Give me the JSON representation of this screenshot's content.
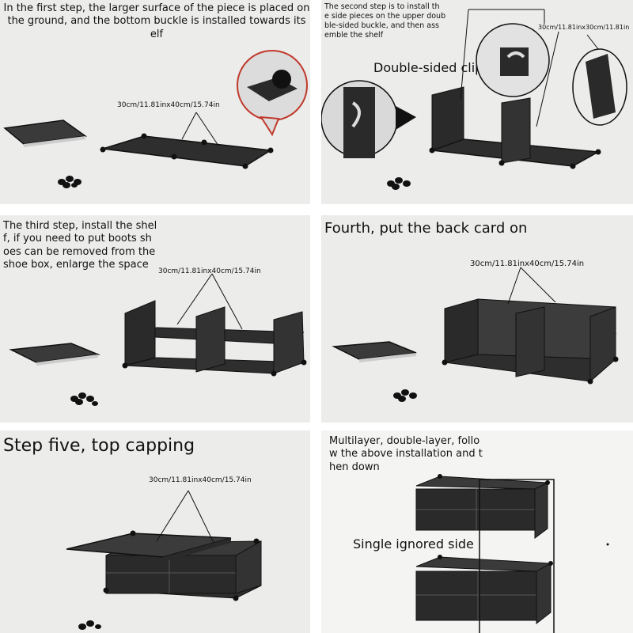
{
  "steps": [
    {
      "caption": "In the first step, the larger surface of the piece is placed on\nthe ground, and the bottom buckle is installed towards its\nelf",
      "dimension": "30cm/11.81inx40cm/15.74in"
    },
    {
      "caption": "The second step is to install th\ne side pieces on the upper doub\nble-sided buckle, and then ass\nemble the shelf",
      "dimension": "30cm/11.81inx30cm/11.81in",
      "callout": "Double-sided clip"
    },
    {
      "caption": "The third step, install the shel\nf, if you need to put boots sh\noes can be removed from the\nshoe box, enlarge the space",
      "dimension": "30cm/11.81inx40cm/15.74in"
    },
    {
      "caption": "Fourth, put the back card on",
      "dimension": "30cm/11.81inx40cm/15.74in"
    },
    {
      "caption": "Step five, top capping",
      "dimension": "30cm/11.81inx40cm/15.74in"
    },
    {
      "caption": "Multilayer, double-layer, follo\nw the above installation and t\nhen down",
      "callout": "Single ignored side"
    }
  ],
  "colors": {
    "panel_bg": "#ececeb",
    "part_dark": "#2a2a2a",
    "part_pattern": "#4a4a4a",
    "accent_red": "#c0392b"
  }
}
